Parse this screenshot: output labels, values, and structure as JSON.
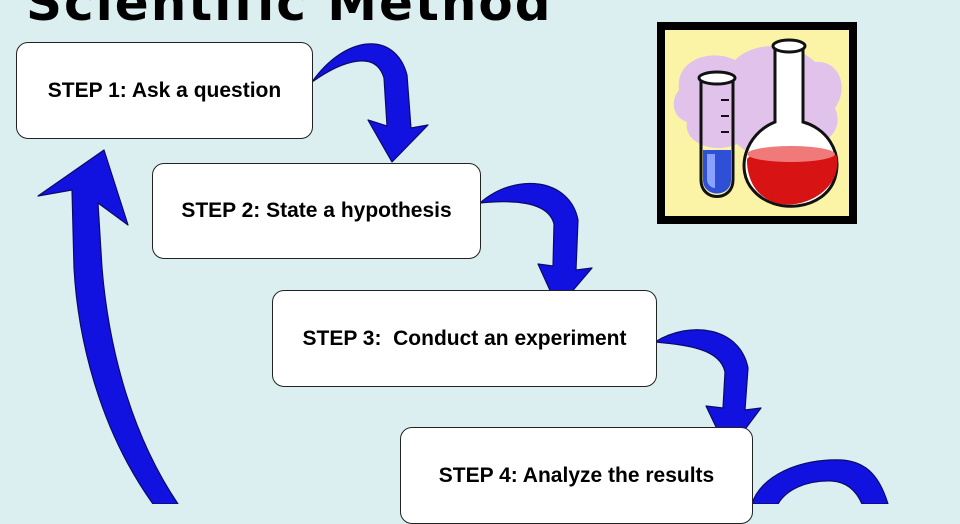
{
  "title": "Scientific Method",
  "steps": [
    "STEP 1: Ask a question",
    "STEP 2: State a hypothesis",
    "STEP 3:  Conduct an experiment",
    "STEP 4: Analyze the results"
  ],
  "clipart": {
    "icon": "lab-flasks-icon"
  },
  "colors": {
    "background": "#dbeef0",
    "arrow": "#1212e0",
    "clipart_background": "#fbf4a6",
    "clipart_cloud": "#e0c2ea",
    "liquid_blue": "#2f4fd6",
    "liquid_red": "#d81313"
  }
}
